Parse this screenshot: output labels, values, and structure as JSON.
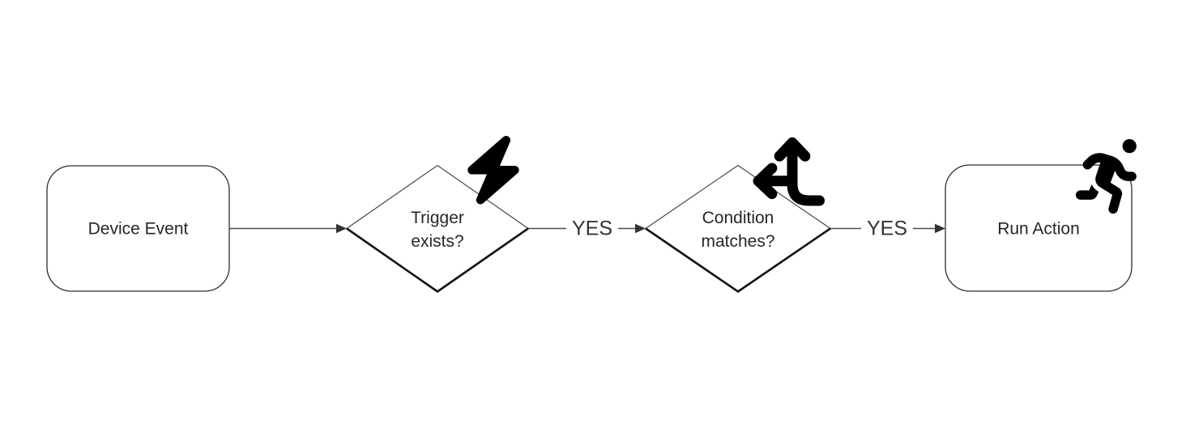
{
  "diagram": {
    "type": "flowchart",
    "background_color": "#ffffff",
    "colors": {
      "node_border": "#2e2e2e",
      "decision_bottom_edge": "#141414",
      "connector": "#4d4d4d",
      "arrowhead": "#333333",
      "text": "#262626",
      "edge_label_text": "#333333",
      "icon": "#000000"
    },
    "nodes": [
      {
        "id": "device-event",
        "shape": "rounded-rectangle",
        "label": "Device Event"
      },
      {
        "id": "trigger-exists",
        "shape": "diamond-decision",
        "label": "Trigger exists?",
        "label_lines": [
          "Trigger",
          "exists?"
        ],
        "icon": "bolt-icon"
      },
      {
        "id": "condition-matches",
        "shape": "diamond-decision",
        "label": "Condition matches?",
        "label_lines": [
          "Condition",
          "matches?"
        ],
        "icon": "split-arrows-icon"
      },
      {
        "id": "run-action",
        "shape": "rounded-rectangle",
        "label": "Run Action",
        "icon": "person-running-icon"
      }
    ],
    "edges": [
      {
        "from": "device-event",
        "to": "trigger-exists",
        "label": ""
      },
      {
        "from": "trigger-exists",
        "to": "condition-matches",
        "label": "YES"
      },
      {
        "from": "condition-matches",
        "to": "run-action",
        "label": "YES"
      }
    ]
  }
}
